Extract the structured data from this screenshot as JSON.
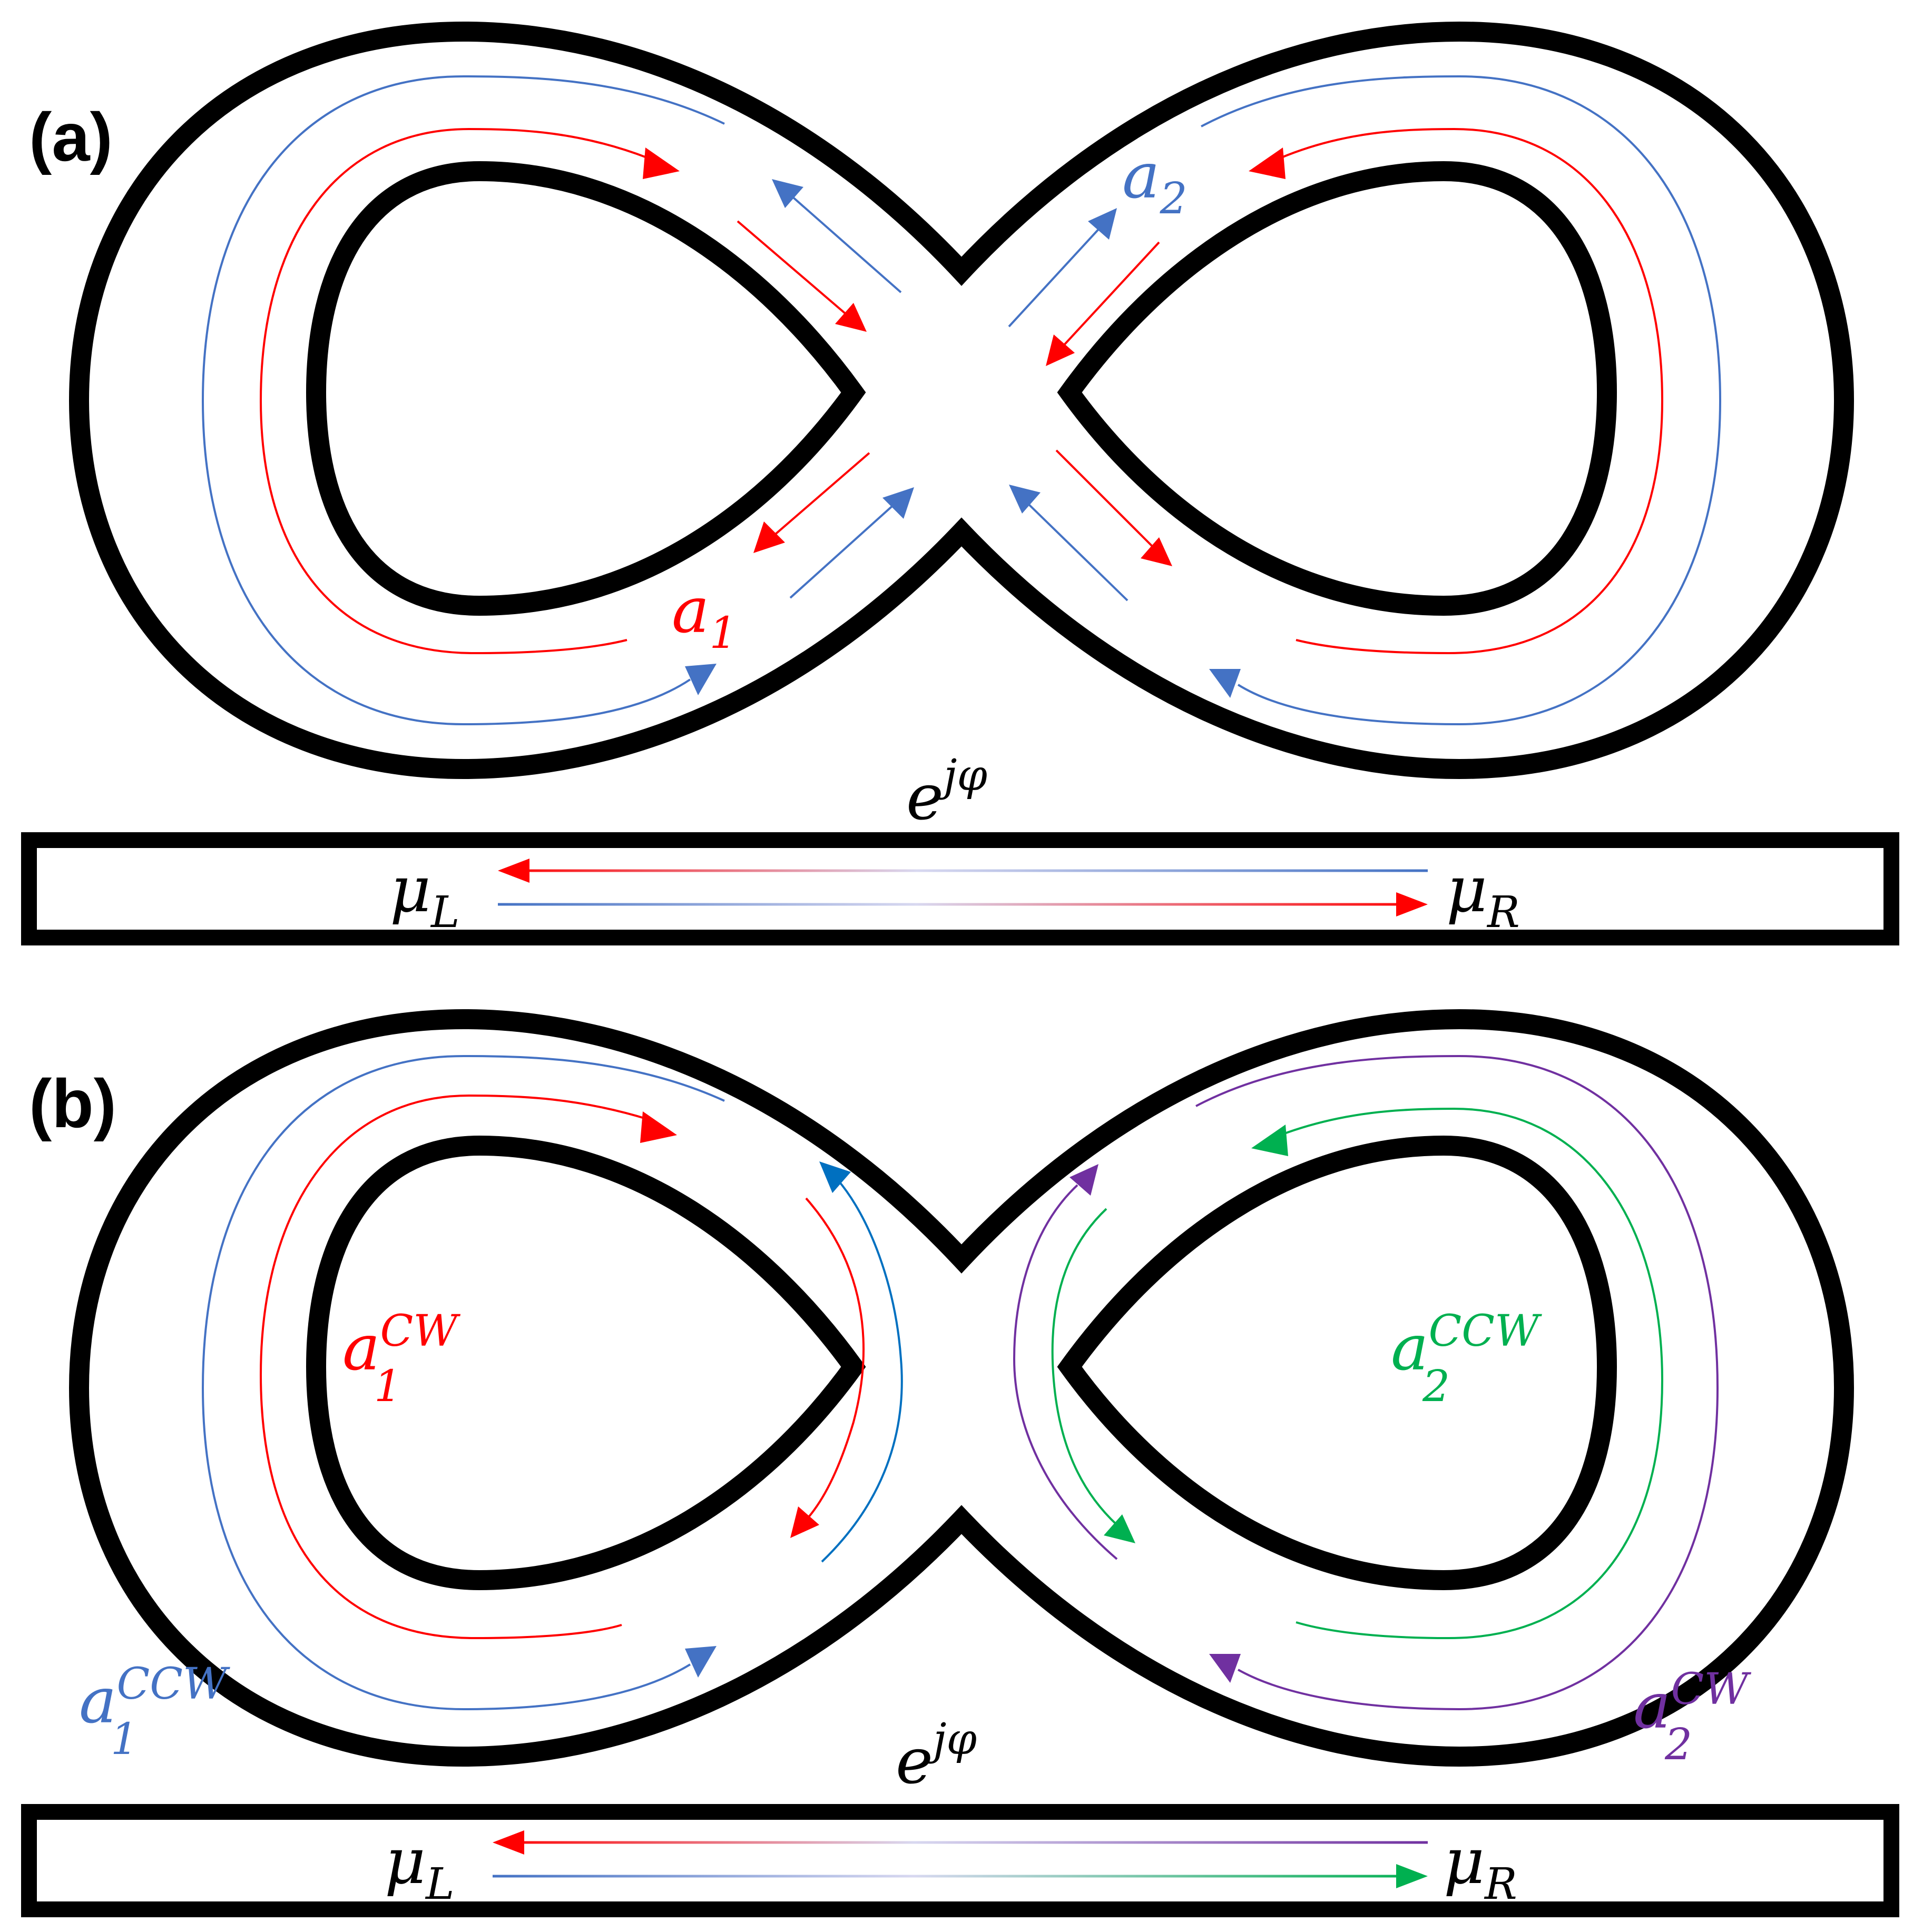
{
  "colors": {
    "outline": "#000000",
    "red": "#ff0000",
    "blue": "#4472c4",
    "blue_bright": "#0070c0",
    "green": "#00b050",
    "purple": "#7030a0"
  },
  "panel_a": {
    "label": "(a)",
    "mode_left": {
      "base": "a",
      "sub": "1",
      "color": "red"
    },
    "mode_right": {
      "base": "a",
      "sub": "2",
      "color": "blue"
    },
    "phase": {
      "base": "e",
      "sup": "jφ"
    },
    "port_left": {
      "base": "μ",
      "sub": "L"
    },
    "port_right": {
      "base": "μ",
      "sub": "R"
    }
  },
  "panel_b": {
    "label": "(b)",
    "mode_left_cw": {
      "base": "a",
      "sub": "1",
      "sup": "CW",
      "color": "red"
    },
    "mode_left_ccw": {
      "base": "a",
      "sub": "1",
      "sup": "CCW",
      "color": "blue"
    },
    "mode_right_ccw": {
      "base": "a",
      "sub": "2",
      "sup": "CCW",
      "color": "green"
    },
    "mode_right_cw": {
      "base": "a",
      "sub": "2",
      "sup": "CW",
      "color": "purple"
    },
    "phase": {
      "base": "e",
      "sup": "jφ"
    },
    "port_left": {
      "base": "μ",
      "sub": "L"
    },
    "port_right": {
      "base": "μ",
      "sub": "R"
    }
  }
}
